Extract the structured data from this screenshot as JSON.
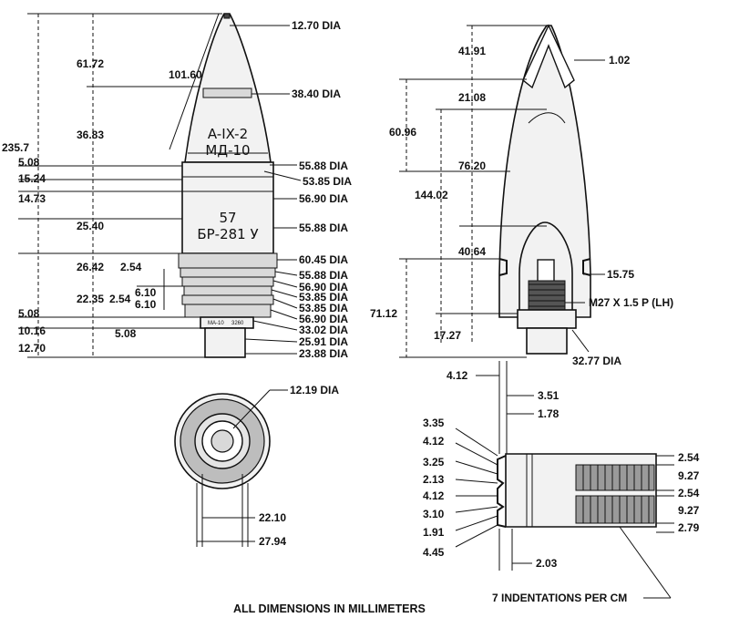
{
  "footer": "ALL DIMENSIONS IN MILLIMETERS",
  "stamps": {
    "line1": "A-IX-2",
    "line2": "МД-10",
    "line3": "57",
    "line4": "БР-281 У",
    "base": "MA-10",
    "base2": "3260"
  },
  "left_view": {
    "right": [
      "12.70 DIA",
      "38.40 DIA",
      "55.88 DIA",
      "53.85 DIA",
      "56.90 DIA",
      "55.88 DIA",
      "60.45 DIA",
      "55.88 DIA",
      "56.90 DIA",
      "53.85 DIA",
      "53.85 DIA",
      "56.90 DIA",
      "33.02 DIA",
      "25.91 DIA",
      "23.88 DIA"
    ],
    "overall": "235.7",
    "ogive_len": "101.60",
    "tip_len": "61.72",
    "ogive_base": "36.83",
    "left_stack": [
      "5.08",
      "15.24",
      "14.73",
      "25.40",
      "26.42"
    ],
    "band_a": "2.54",
    "band_b": "6.10",
    "band_c": "2.54",
    "band_d": "6.10",
    "band_total": "22.35",
    "base_a": "5.08",
    "base_b": "10.16",
    "base_c": "5.08",
    "base_d": "12.70"
  },
  "right_view": {
    "tip": "1.02",
    "d1": "41.91",
    "d2": "21.08",
    "d3": "60.96",
    "d4": "76.20",
    "d5": "144.02",
    "d6": "40.64",
    "d7": "71.12",
    "d8": "17.27",
    "r1": "15.75",
    "thread": "M27 X 1.5 P (LH)",
    "base_dia": "32.77 DIA"
  },
  "bottom_view": {
    "hole": "12.19 DIA",
    "inner": "22.10",
    "outer": "27.94"
  },
  "detail": {
    "top_a": "4.12",
    "top_b": "3.51",
    "top_c": "1.78",
    "left": [
      "3.35",
      "4.12",
      "3.25",
      "2.13",
      "4.12",
      "3.10",
      "1.91",
      "4.45"
    ],
    "bottom": "2.03",
    "right": [
      "2.54",
      "9.27",
      "2.54",
      "9.27",
      "2.79"
    ],
    "note": "7 INDENTATIONS PER CM"
  }
}
